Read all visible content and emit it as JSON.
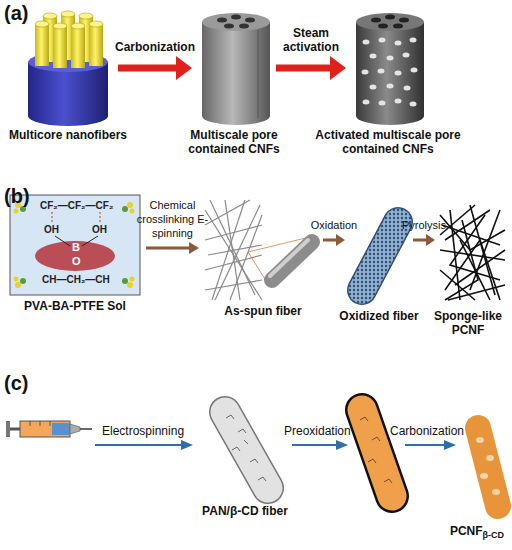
{
  "diagram": {
    "nodes": [
      {
        "text": [
          "Multicore nanofibers"
        ]
      },
      {
        "text": [
          "Multiscale pore contained CNFs"
        ]
      },
      {
        "text": [
          "Activated multiscale pore contained CNFs"
        ]
      },
      {
        "text": [
          "PVA-BA-PTFE Sol"
        ]
      },
      {
        "text": [
          "As-spun fiber"
        ]
      },
      {
        "text": [
          "Oxidized fiber"
        ]
      },
      {
        "text": [
          "Sponge-like PCNF"
        ]
      },
      {
        "text": [
          "PAN/β-CD fiber"
        ]
      },
      {
        "text": [
          "PCNF",
          "β-CD"
        ]
      }
    ],
    "edges": [
      {
        "from": 0,
        "to": 1,
        "arrow": "to",
        "label": "Carbonization"
      },
      {
        "from": 1,
        "to": 2,
        "arrow": "to",
        "label": "Steam activation"
      },
      {
        "from": 3,
        "to": 4,
        "arrow": "to",
        "label": "Chemical crosslinking E-spinning"
      },
      {
        "from": 4,
        "to": 5,
        "arrow": "to",
        "label": "Oxidation"
      },
      {
        "from": 5,
        "to": 6,
        "arrow": "to",
        "label": "Pyrolysis"
      }
    ],
    "labels": [
      "(a)",
      "(b)",
      "(c)",
      "CF₂—CF₂—CF₂",
      "OH",
      "OH",
      "B",
      "O",
      "CH—CH₂—CH",
      "Electrospinning",
      "Preoxidation",
      "Carbonization"
    ]
  }
}
